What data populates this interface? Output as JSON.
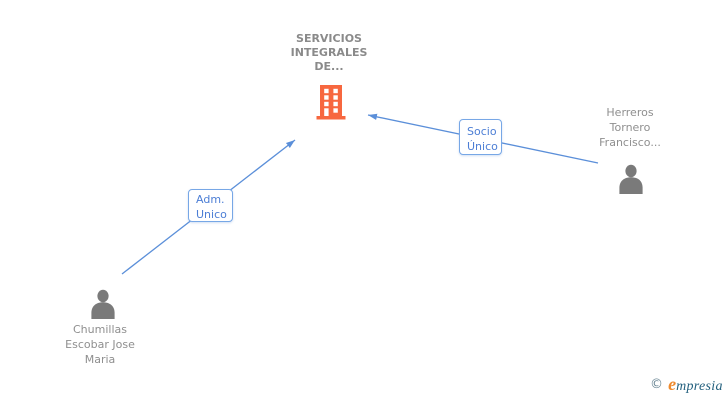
{
  "diagram": {
    "type": "network-graph",
    "company": {
      "name": "SERVICIOS INTEGRALES DE...",
      "icon": "building-icon",
      "icon_color": "#f7673f"
    },
    "people": [
      {
        "name": "Herreros Tornero Francisco...",
        "icon": "person-icon",
        "position": "right"
      },
      {
        "name": "Chumillas Escobar Jose Maria",
        "icon": "person-icon",
        "position": "bottom-left"
      }
    ],
    "relations": [
      {
        "label": "Adm. Unico",
        "from": "Chumillas Escobar Jose Maria",
        "to": "SERVICIOS INTEGRALES DE...",
        "direction": "arrow-to-company"
      },
      {
        "label": "Socio Único",
        "from": "Herreros Tornero Francisco...",
        "to": "SERVICIOS INTEGRALES DE...",
        "direction": "arrow-to-company"
      }
    ]
  },
  "watermark": {
    "copyright": "©",
    "brand_initial": "e",
    "brand_rest": "mpresia"
  },
  "colors": {
    "background": "#ffffff",
    "edge_blue": "#5b8fd9",
    "edge_label_text": "#4c7ed5",
    "edge_label_border": "#77a7e6",
    "node_text_gray": "#8f8f8f",
    "company_text_gray": "#8a8a8a",
    "person_icon_gray": "#7a7a7a",
    "building_orange": "#f7673f",
    "brand_orange": "#ee8a2e",
    "brand_navy": "#23607e",
    "copyright_teal": "#6b8795"
  }
}
